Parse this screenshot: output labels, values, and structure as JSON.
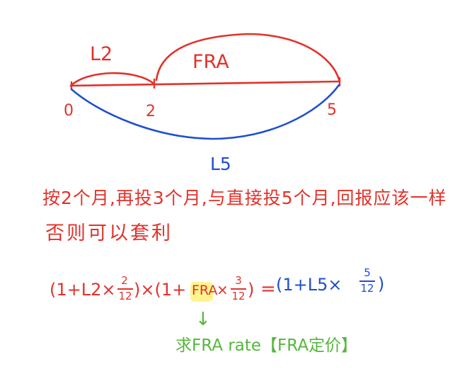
{
  "timeline": {
    "label_l2": "L2",
    "label_fra": "FRA",
    "label_l5": "L5",
    "tick_0": "0",
    "tick_2": "2",
    "tick_5": "5"
  },
  "note": {
    "line1": "按2个月,再投3个月,与直接投5个月,回报应该一样",
    "line2": "否则可以套利"
  },
  "equation": {
    "lhs_part1": "(1+L2×",
    "frac1_num": "2",
    "frac1_den": "12",
    "lhs_part2": ")×(1+",
    "lhs_fra": "FRA",
    "lhs_times": "×",
    "frac2_num": "3",
    "frac2_den": "12",
    "lhs_part3": ")",
    "equals": "=",
    "rhs_part1": "(1+L5×",
    "frac3_num": "5",
    "frac3_den": "12",
    "rhs_part2": ")"
  },
  "annotation": {
    "arrow": "↓",
    "text": "求FRA rate【FRA定价】"
  },
  "colors": {
    "red": "#e2322a",
    "blue": "#1f4fcf",
    "green": "#55b63c",
    "highlight": "#fff27a"
  }
}
